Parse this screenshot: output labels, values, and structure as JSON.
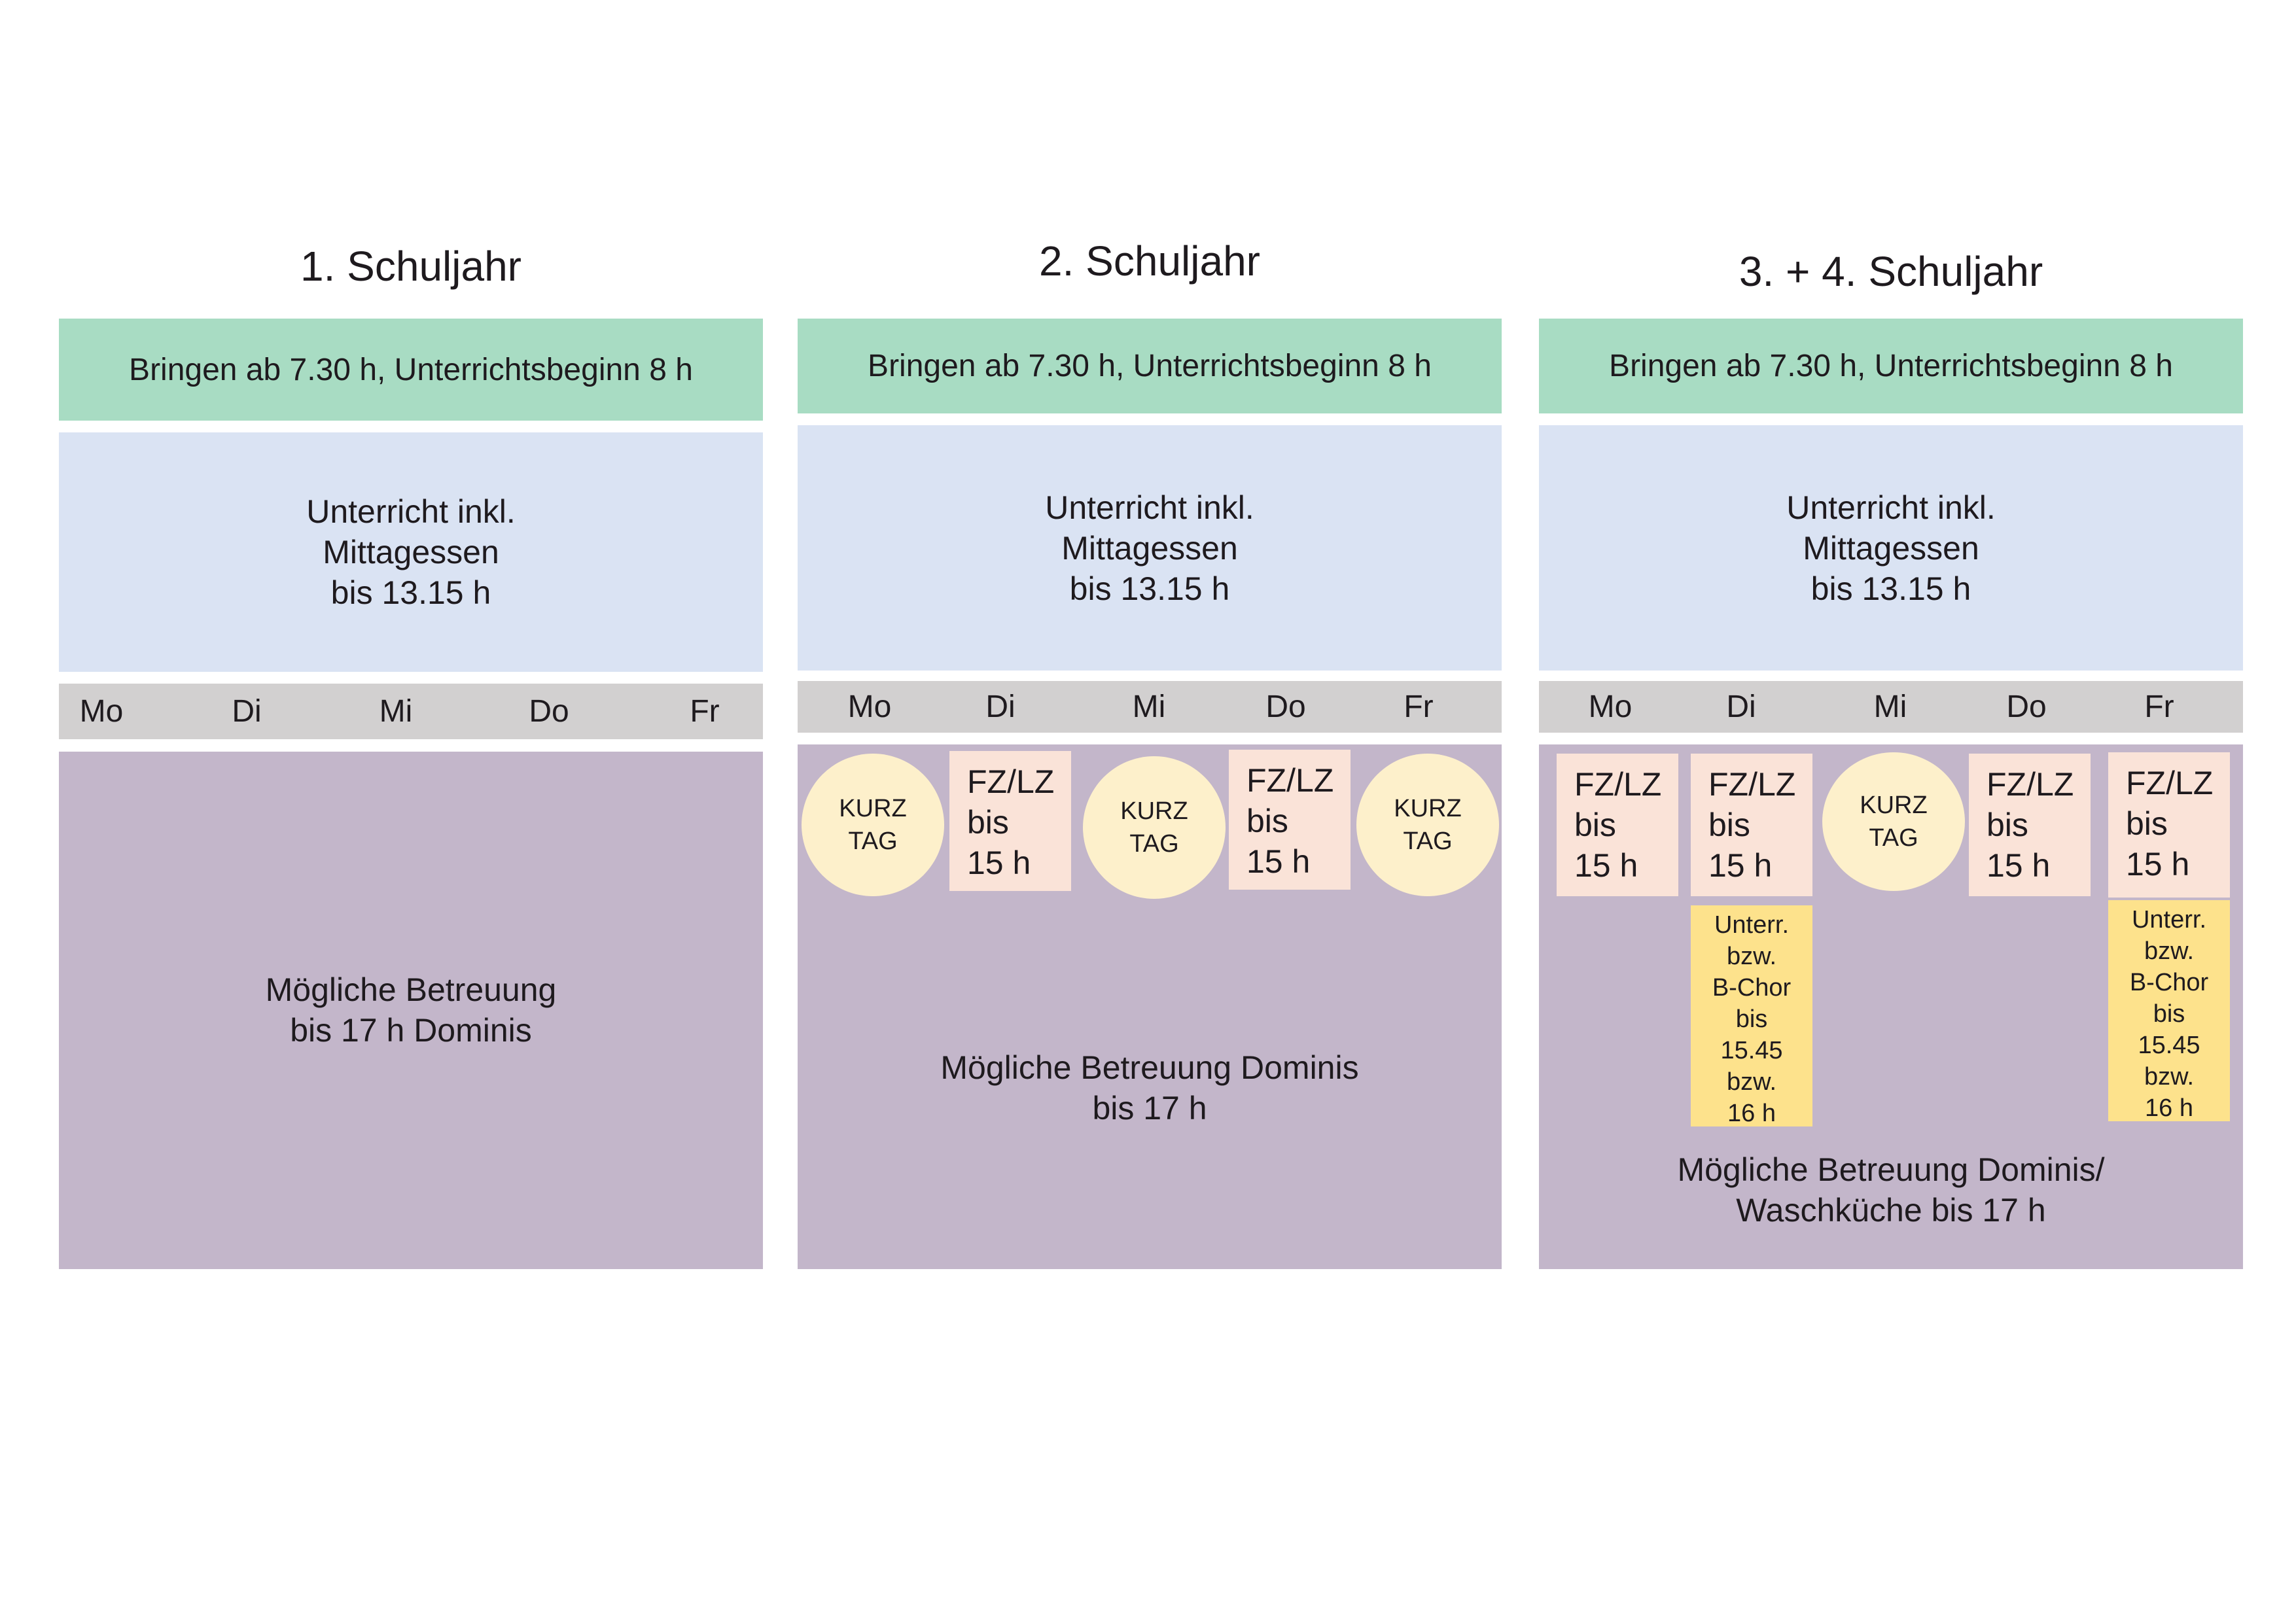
{
  "columns": [
    {
      "title": "1. Schuljahr",
      "arrival": "Bringen ab 7.30 h, Unterrichtsbeginn 8 h",
      "lessons": [
        "Unterricht inkl.",
        "Mittagessen",
        "bis 13.15 h"
      ],
      "days": [
        "Mo",
        "Di",
        "Mi",
        "Do",
        "Fr"
      ],
      "care": [
        "Mögliche Betreuung",
        "bis 17 h Dominis"
      ]
    },
    {
      "title": "2. Schuljahr",
      "arrival": "Bringen ab 7.30 h, Unterrichtsbeginn 8 h",
      "lessons": [
        "Unterricht inkl.",
        "Mittagessen",
        "bis 13.15 h"
      ],
      "days": [
        "Mo",
        "Di",
        "Mi",
        "Do",
        "Fr"
      ],
      "slots": [
        {
          "type": "kurztag",
          "lines": [
            "KURZ",
            "TAG"
          ]
        },
        {
          "type": "fzlz",
          "lines": [
            "FZ/LZ",
            "bis",
            "15 h"
          ]
        },
        {
          "type": "kurztag",
          "lines": [
            "KURZ",
            "TAG"
          ]
        },
        {
          "type": "fzlz",
          "lines": [
            "FZ/LZ",
            "bis",
            "15 h"
          ]
        },
        {
          "type": "kurztag",
          "lines": [
            "KURZ",
            "TAG"
          ]
        }
      ],
      "care": [
        "Mögliche Betreuung Dominis",
        "bis 17 h"
      ]
    },
    {
      "title": "3. + 4. Schuljahr",
      "arrival": "Bringen ab 7.30 h, Unterrichtsbeginn 8 h",
      "lessons": [
        "Unterricht inkl.",
        "Mittagessen",
        "bis 13.15 h"
      ],
      "days": [
        "Mo",
        "Di",
        "Mi",
        "Do",
        "Fr"
      ],
      "slots": [
        {
          "type": "fzlz",
          "lines": [
            "FZ/LZ",
            "bis",
            "15 h"
          ]
        },
        {
          "type": "fzlz",
          "lines": [
            "FZ/LZ",
            "bis",
            "15 h"
          ],
          "extra": [
            "Unterr.",
            "bzw.",
            "B-Chor",
            "bis",
            "15.45",
            "bzw.",
            "16 h"
          ]
        },
        {
          "type": "kurztag",
          "lines": [
            "KURZ",
            "TAG"
          ]
        },
        {
          "type": "fzlz",
          "lines": [
            "FZ/LZ",
            "bis",
            "15 h"
          ]
        },
        {
          "type": "fzlz",
          "lines": [
            "FZ/LZ",
            "bis",
            "15 h"
          ],
          "extra": [
            "Unterr.",
            "bzw.",
            "B-Chor",
            "bis",
            "15.45",
            "bzw.",
            "16 h"
          ]
        }
      ],
      "care": [
        "Mögliche Betreuung Dominis/",
        "Waschküche bis 17 h"
      ]
    }
  ],
  "colors": {
    "arrival": "#a8dcc3",
    "lessons": "#dae3f3",
    "days": "#d2d0d0",
    "care": "#c3b6ca",
    "kurztag": "#fdf0cb",
    "fzlz": "#fae3d8",
    "extra": "#fde28c"
  }
}
